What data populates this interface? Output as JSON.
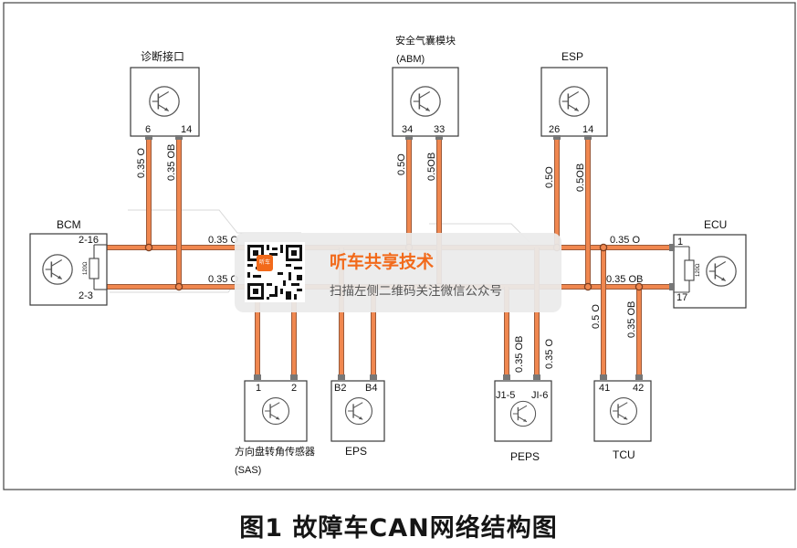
{
  "diagram": {
    "modules": {
      "bcm": {
        "name": "BCM",
        "pins": [
          "2-16",
          "2-3"
        ]
      },
      "diag": {
        "name": "诊断接口",
        "pins": [
          "6",
          "14"
        ]
      },
      "abm": {
        "name_line1": "安全气囊模块",
        "name_line2": "(ABM)",
        "pins": [
          "34",
          "33"
        ]
      },
      "esp": {
        "name": "ESP",
        "pins": [
          "26",
          "14"
        ]
      },
      "ecu": {
        "name": "ECU",
        "pins": [
          "1",
          "17"
        ]
      },
      "sas": {
        "name_line1": "方向盘转角传感器",
        "name_line2": "(SAS)",
        "pins": [
          "1",
          "2"
        ]
      },
      "eps": {
        "name": "EPS",
        "pins": [
          "B2",
          "B4"
        ]
      },
      "peps": {
        "name": "PEPS",
        "pins": [
          "J1-5",
          "JI-6"
        ]
      },
      "tcu": {
        "name": "TCU",
        "pins": [
          "41",
          "42"
        ]
      }
    },
    "wires": {
      "diag_o": "0.35 O",
      "diag_ob": "0.35 OB",
      "abm_o": "0.5O",
      "abm_ob": "0.5OB",
      "esp_o": "0.5O",
      "esp_ob": "0.5OB",
      "bus_top_left": "0.35 O",
      "bus_bot_left": "0.35 O",
      "bus_top_right": "0.35 O",
      "bus_bot_right": "0.35 OB",
      "tcu_o": "0.5 O",
      "tcu_ob": "0.35 OB",
      "peps_ob": "0.35 OB",
      "peps_o": "0.35 O"
    },
    "resistor_label": "120Ω"
  },
  "watermark": {
    "logo": "听车",
    "title": "听车共享技术",
    "subtitle": "扫描左侧二维码关注微信公众号"
  },
  "caption": "图1 故障车CAN网络结构图",
  "colors": {
    "wire": "#f0874f",
    "wire_edge": "#9b5a3a",
    "box_border": "#3a3a3a",
    "watermark_accent": "#f26a1b"
  }
}
